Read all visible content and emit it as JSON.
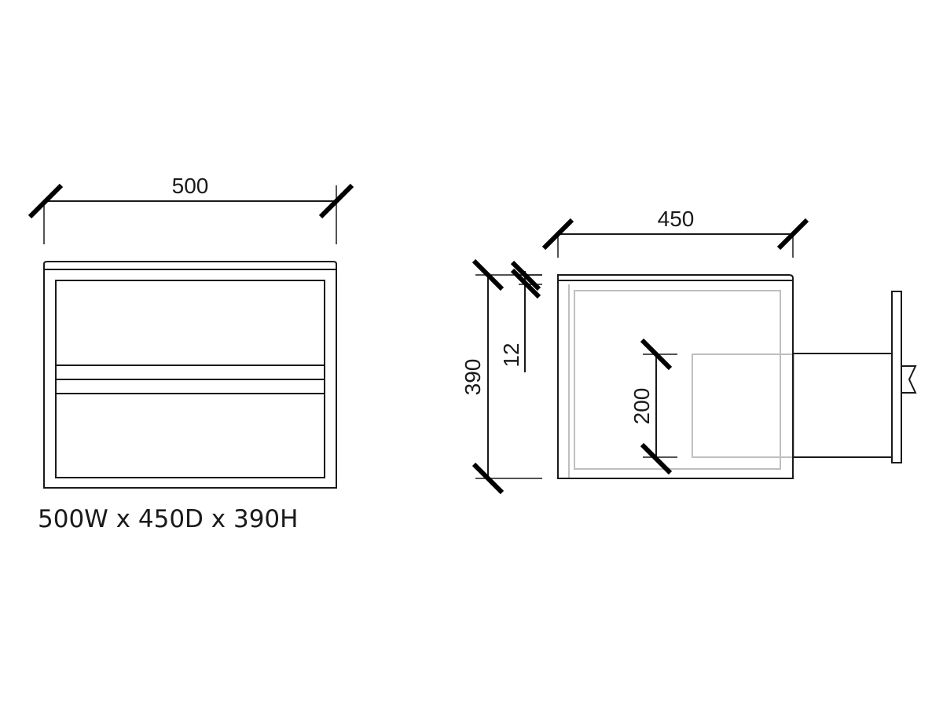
{
  "front_view": {
    "width_label": "500"
  },
  "side_view": {
    "depth_label": "450",
    "height_label": "390",
    "top_thickness_label": "12",
    "drawer_height_label": "200"
  },
  "caption": "500W x 450D x 390H",
  "colors": {
    "line": "#1a1a1a",
    "hidden_line": "#bfbfbf",
    "tick": "#000000"
  }
}
